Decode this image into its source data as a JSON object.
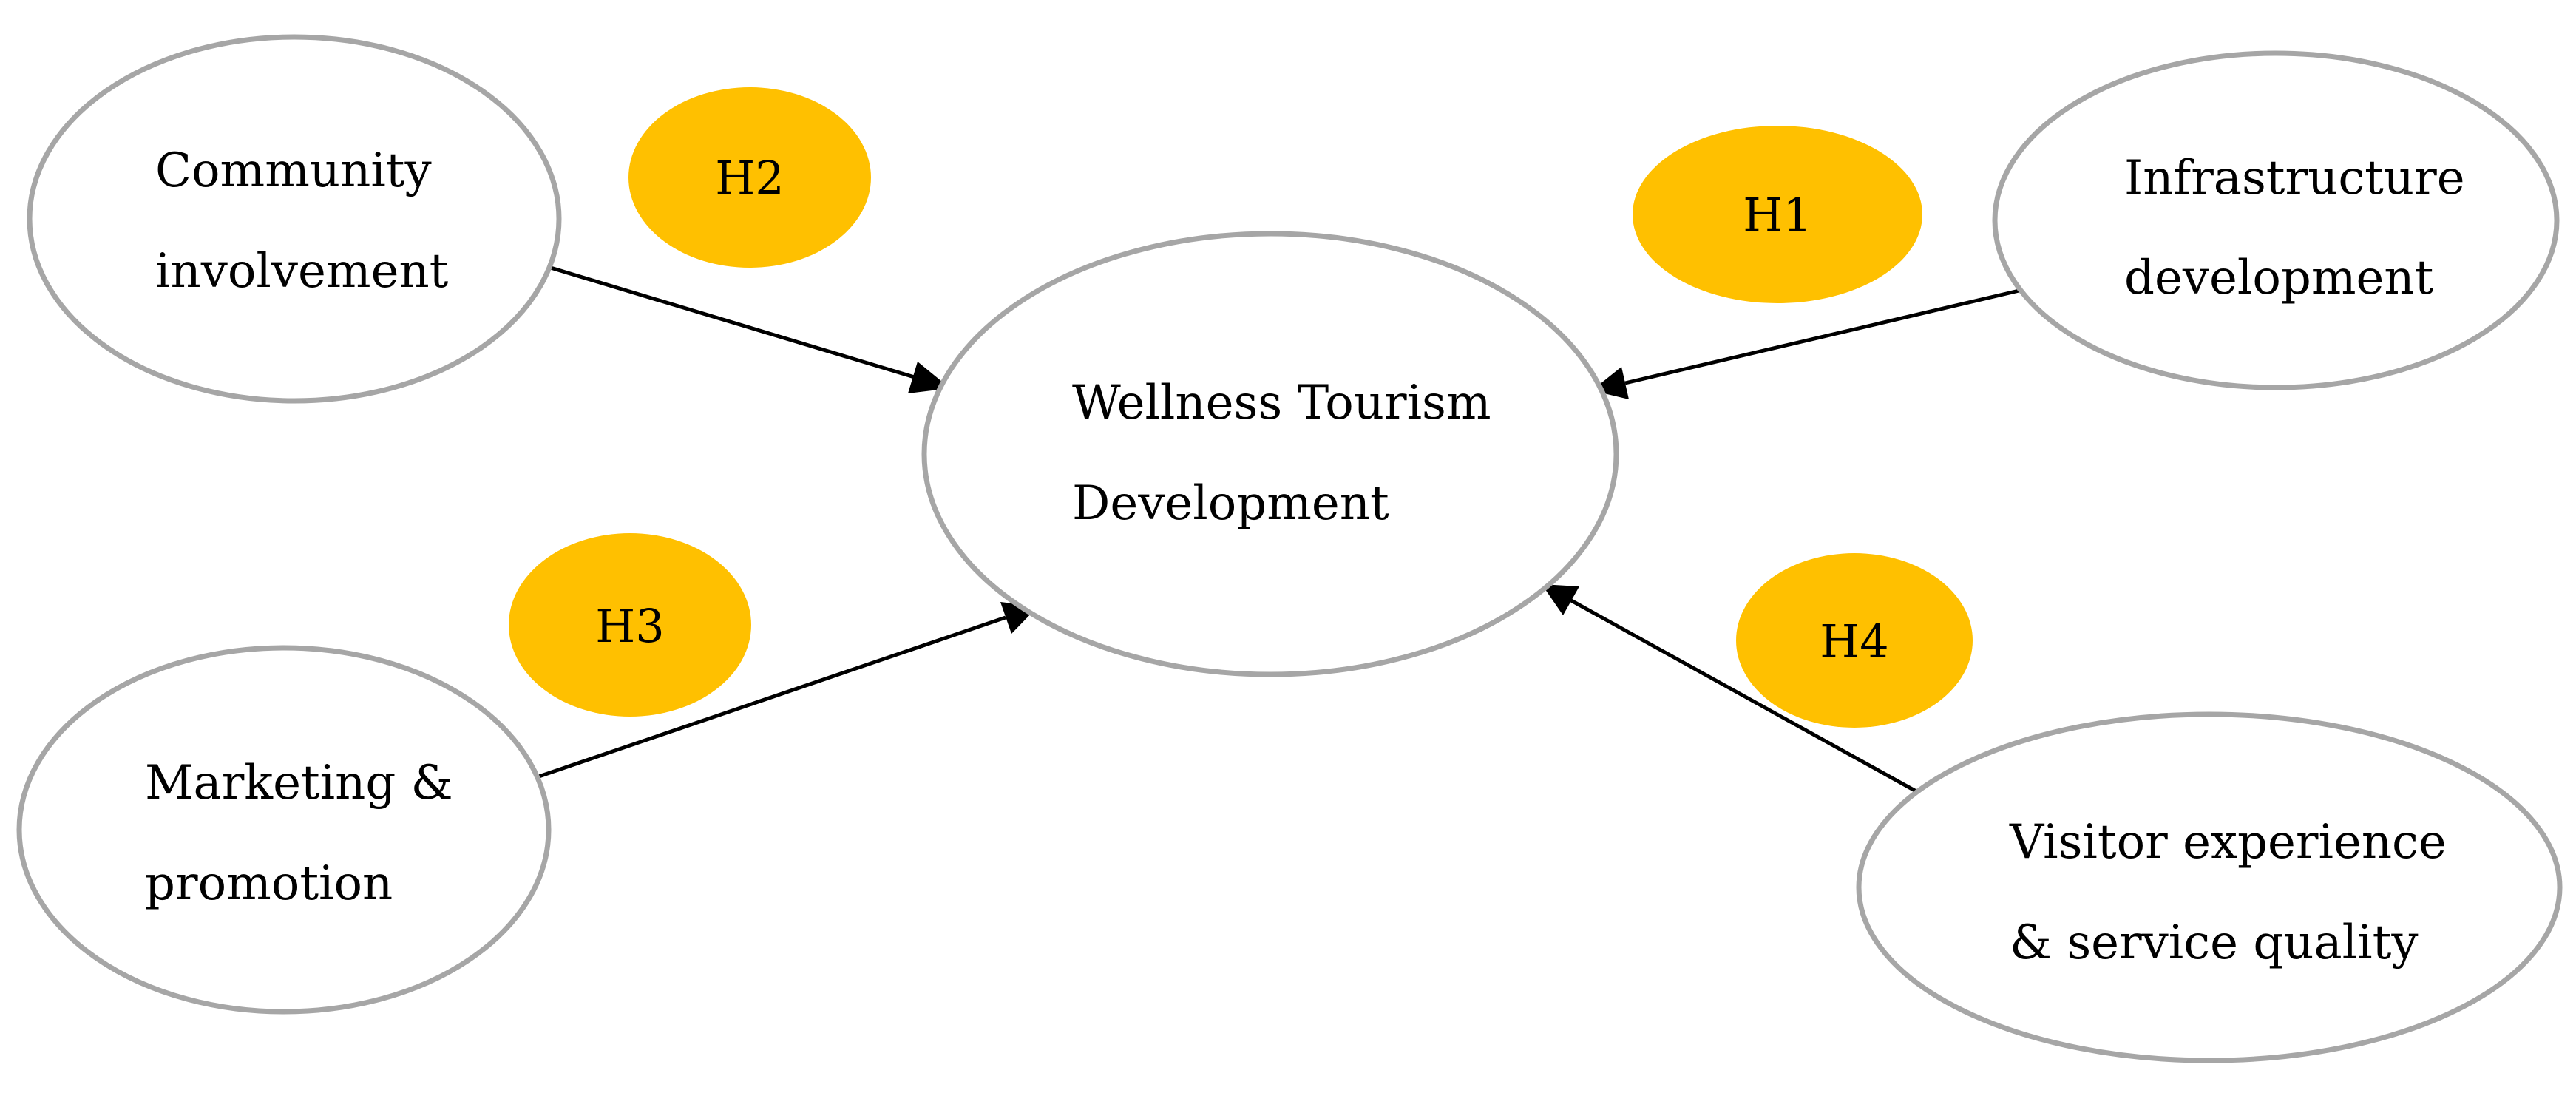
{
  "colors": {
    "node_border": "#a6a6a6",
    "node_fill": "#ffffff",
    "badge_fill": "#ffc000",
    "arrow": "#000000",
    "text": "#000000"
  },
  "nodes": {
    "center": {
      "line1": "Wellness Tourism",
      "line2": "Development"
    },
    "community": {
      "line1": "Community",
      "line2": "involvement"
    },
    "infrastructure": {
      "line1": "Infrastructure",
      "line2": "development"
    },
    "marketing": {
      "line1": "Marketing &",
      "line2": "promotion"
    },
    "visitor": {
      "line1": "Visitor experience",
      "line2": "& service quality"
    }
  },
  "hypotheses": {
    "h1": "H1",
    "h2": "H2",
    "h3": "H3",
    "h4": "H4"
  },
  "relations": [
    {
      "from": "infrastructure",
      "to": "center",
      "label": "H1"
    },
    {
      "from": "community",
      "to": "center",
      "label": "H2"
    },
    {
      "from": "marketing",
      "to": "center",
      "label": "H3"
    },
    {
      "from": "visitor",
      "to": "center",
      "label": "H4"
    }
  ]
}
